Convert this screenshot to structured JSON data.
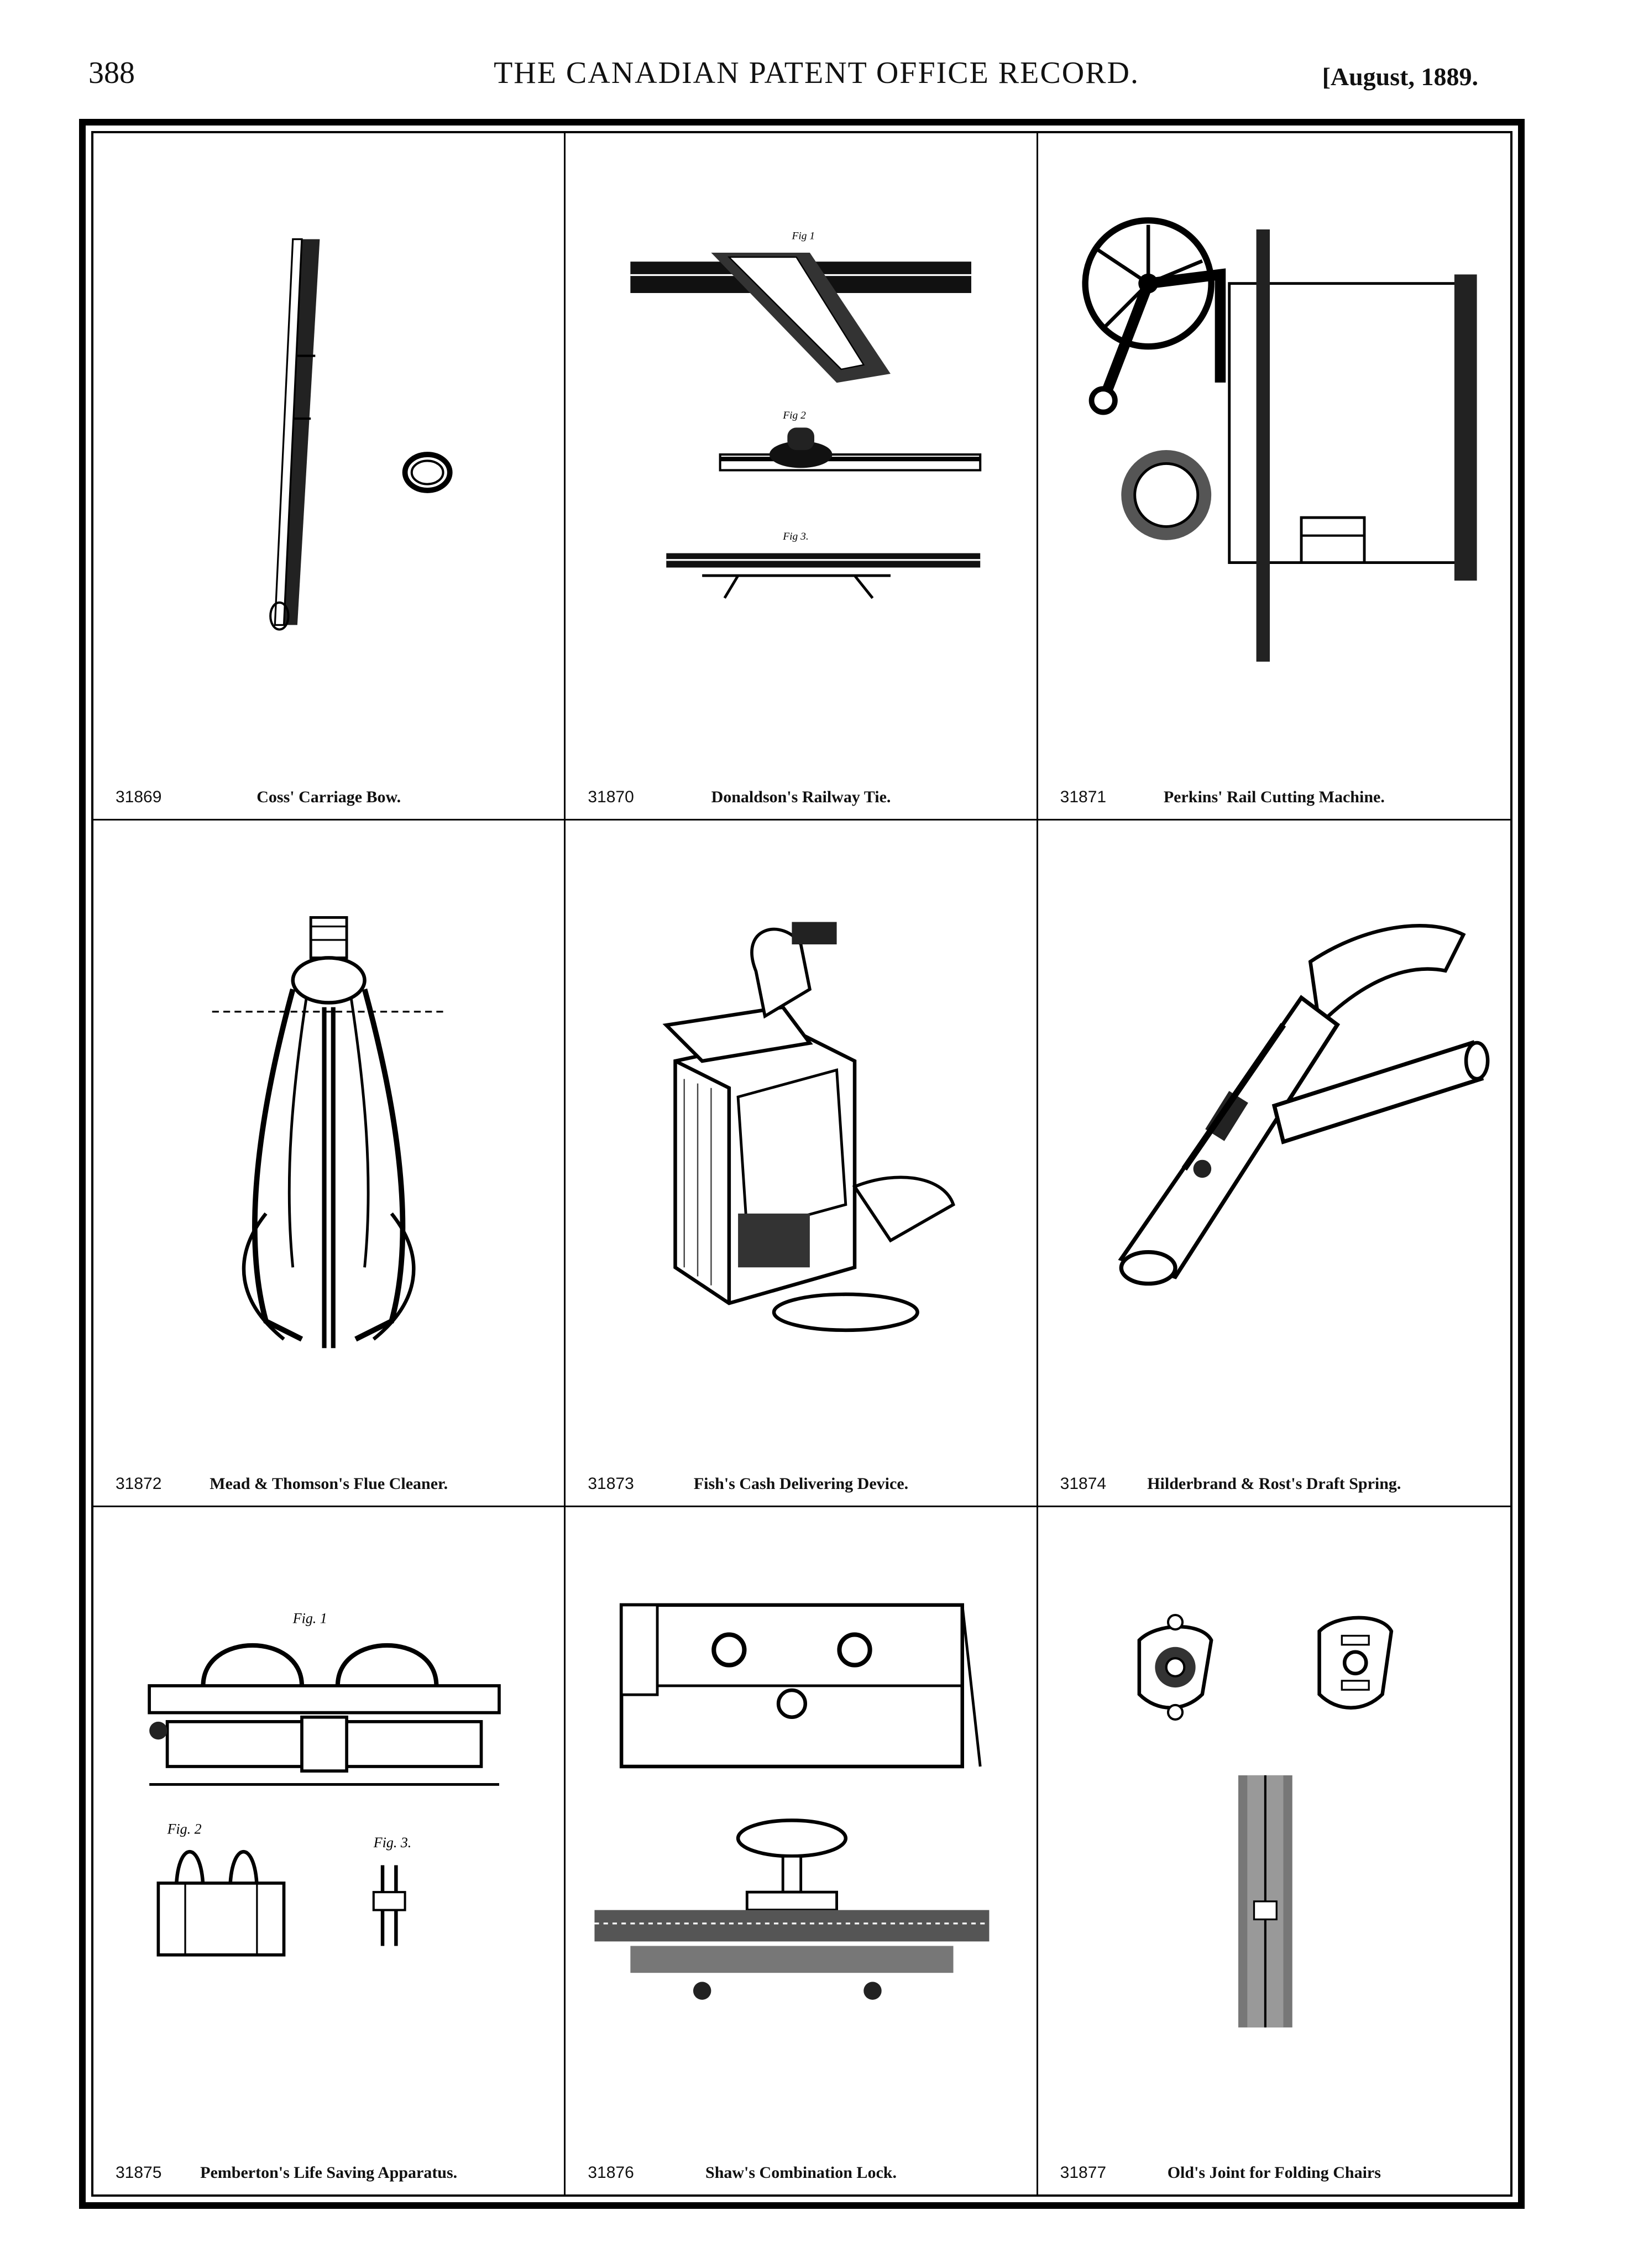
{
  "header": {
    "page_number": "388",
    "title": "THE CANADIAN PATENT OFFICE RECORD.",
    "date": "[August, 1889."
  },
  "patents": [
    {
      "number": "31869",
      "title": "Coss' Carriage Bow."
    },
    {
      "number": "31870",
      "title": "Donaldson's Railway Tie."
    },
    {
      "number": "31871",
      "title": "Perkins' Rail Cutting Machine."
    },
    {
      "number": "31872",
      "title": "Mead & Thomson's Flue Cleaner."
    },
    {
      "number": "31873",
      "title": "Fish's Cash Delivering Device."
    },
    {
      "number": "31874",
      "title": "Hilderbrand & Rost's Draft Spring."
    },
    {
      "number": "31875",
      "title": "Pemberton's Life Saving Apparatus."
    },
    {
      "number": "31876",
      "title": "Shaw's Combination Lock."
    },
    {
      "number": "31877",
      "title": "Old's Joint for Folding Chairs"
    }
  ],
  "figure_labels": {
    "tie_fig1": "Fig 1",
    "tie_fig2": "Fig 2",
    "tie_fig3": "Fig 3.",
    "life_fig1": "Fig. 1",
    "life_fig2": "Fig. 2",
    "life_fig3": "Fig. 3."
  }
}
